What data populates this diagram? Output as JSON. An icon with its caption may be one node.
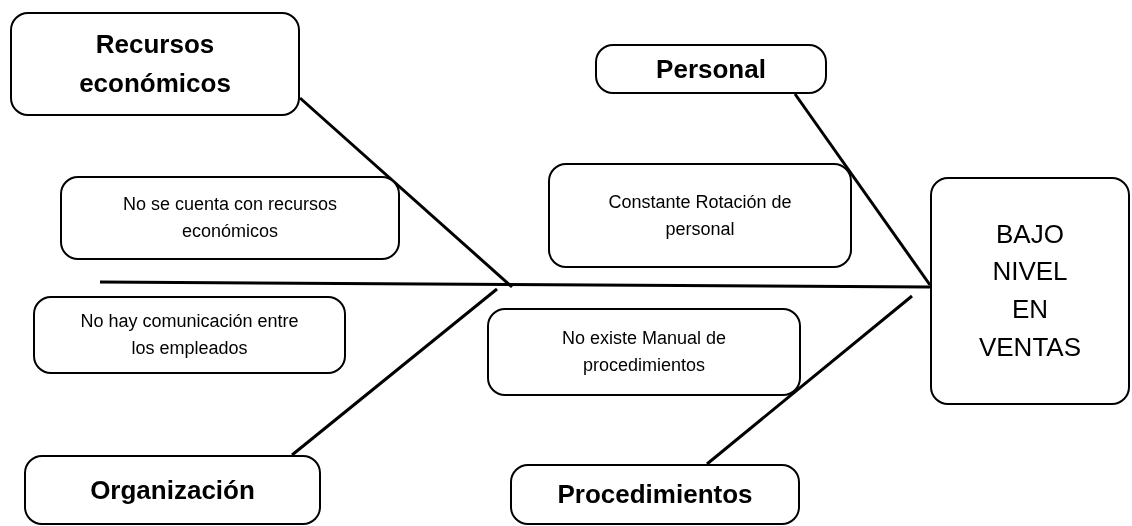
{
  "diagram": {
    "nodes": [
      {
        "text": [
          "Recursos económicos"
        ]
      },
      {
        "text": [
          "Personal"
        ]
      },
      {
        "text": [
          "No se cuenta con recursos económicos"
        ]
      },
      {
        "text": [
          "Constante Rotación de personal"
        ]
      },
      {
        "text": [
          "BAJO NIVEL EN VENTAS"
        ]
      },
      {
        "text": [
          "No hay comunicación entre los empleados"
        ]
      },
      {
        "text": [
          "No existe Manual de procedimientos"
        ]
      },
      {
        "text": [
          "Organización"
        ]
      },
      {
        "text": [
          "Procedimientos"
        ]
      }
    ],
    "edges": [
      {
        "from": null,
        "to": 4,
        "arrow": "none"
      },
      {
        "from": 0,
        "to": null,
        "arrow": "none"
      },
      {
        "from": 1,
        "to": 4,
        "arrow": "none"
      },
      {
        "from": 7,
        "to": null,
        "arrow": "none"
      },
      {
        "from": 8,
        "to": null,
        "arrow": "none"
      }
    ]
  }
}
